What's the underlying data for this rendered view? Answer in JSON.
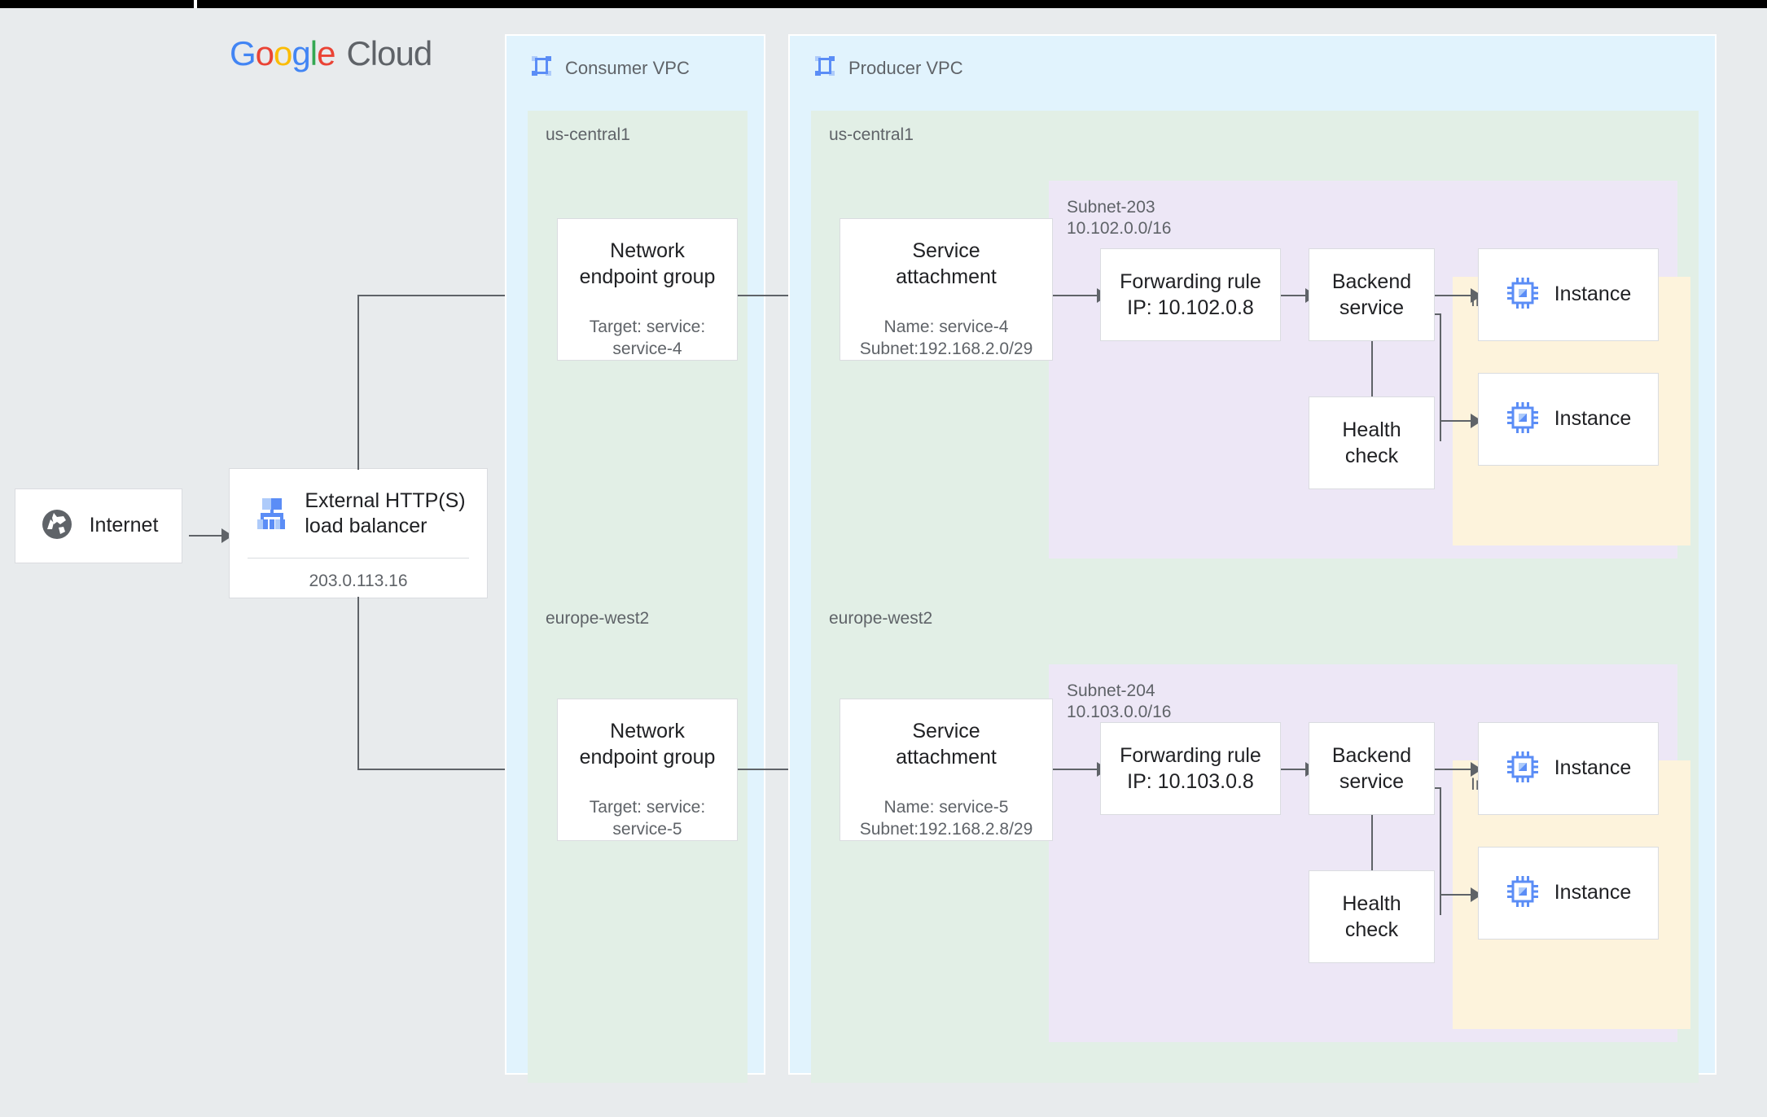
{
  "brand": {
    "logo_text": "Google Cloud",
    "logo_letters": [
      "G",
      "o",
      "o",
      "g",
      "l",
      "e"
    ],
    "word_cloud": "Cloud",
    "colors": {
      "blue": "#4285f4",
      "red": "#ea4335",
      "yellow": "#fbbc05",
      "green": "#34a853",
      "gray": "#5f6368"
    }
  },
  "canvas": {
    "background": "#e8ebed",
    "vpc_color": "#e1f3fd",
    "region_color": "#e2efe6",
    "subnet_color": "#ede7f6",
    "instance_group_color": "#fdf3dc",
    "box_color": "#ffffff",
    "line_color": "#5f6368"
  },
  "internet": {
    "label": "Internet",
    "icon": "globe-icon"
  },
  "load_balancer": {
    "title": "External HTTP(S)\nload balancer",
    "ip": "203.0.113.16",
    "icon": "load-balancer-icon"
  },
  "consumer_vpc": {
    "title": "Consumer VPC",
    "icon": "vpc-icon",
    "regions": [
      {
        "name": "us-central1",
        "neg": {
          "title": "Network\nendpoint group",
          "sub": "Target: service:\nservice-4"
        }
      },
      {
        "name": "europe-west2",
        "neg": {
          "title": "Network\nendpoint group",
          "sub": "Target: service:\nservice-5"
        }
      }
    ]
  },
  "producer_vpc": {
    "title": "Producer VPC",
    "icon": "vpc-icon",
    "regions": [
      {
        "name": "us-central1",
        "service_attachment": {
          "title": "Service\nattachment",
          "sub": "Name: service-4\nSubnet:192.168.2.0/29"
        },
        "subnet": {
          "name": "Subnet-203",
          "cidr": "10.102.0.0/16",
          "forwarding_rule": "Forwarding rule\nIP: 10.102.0.8",
          "backend_service": "Backend\nservice",
          "health_check": "Health\ncheck",
          "instance_group": {
            "label": "Instance group",
            "instances": [
              {
                "label": "Instance",
                "icon": "instance-chip-icon"
              },
              {
                "label": "Instance",
                "icon": "instance-chip-icon"
              }
            ]
          }
        }
      },
      {
        "name": "europe-west2",
        "service_attachment": {
          "title": "Service\nattachment",
          "sub": "Name: service-5\nSubnet:192.168.2.8/29"
        },
        "subnet": {
          "name": "Subnet-204",
          "cidr": "10.103.0.0/16",
          "forwarding_rule": "Forwarding rule\nIP: 10.103.0.8",
          "backend_service": "Backend\nservice",
          "health_check": "Health\ncheck",
          "instance_group": {
            "label": "Instance group",
            "instances": [
              {
                "label": "Instance",
                "icon": "instance-chip-icon"
              },
              {
                "label": "Instance",
                "icon": "instance-chip-icon"
              }
            ]
          }
        }
      }
    ]
  }
}
